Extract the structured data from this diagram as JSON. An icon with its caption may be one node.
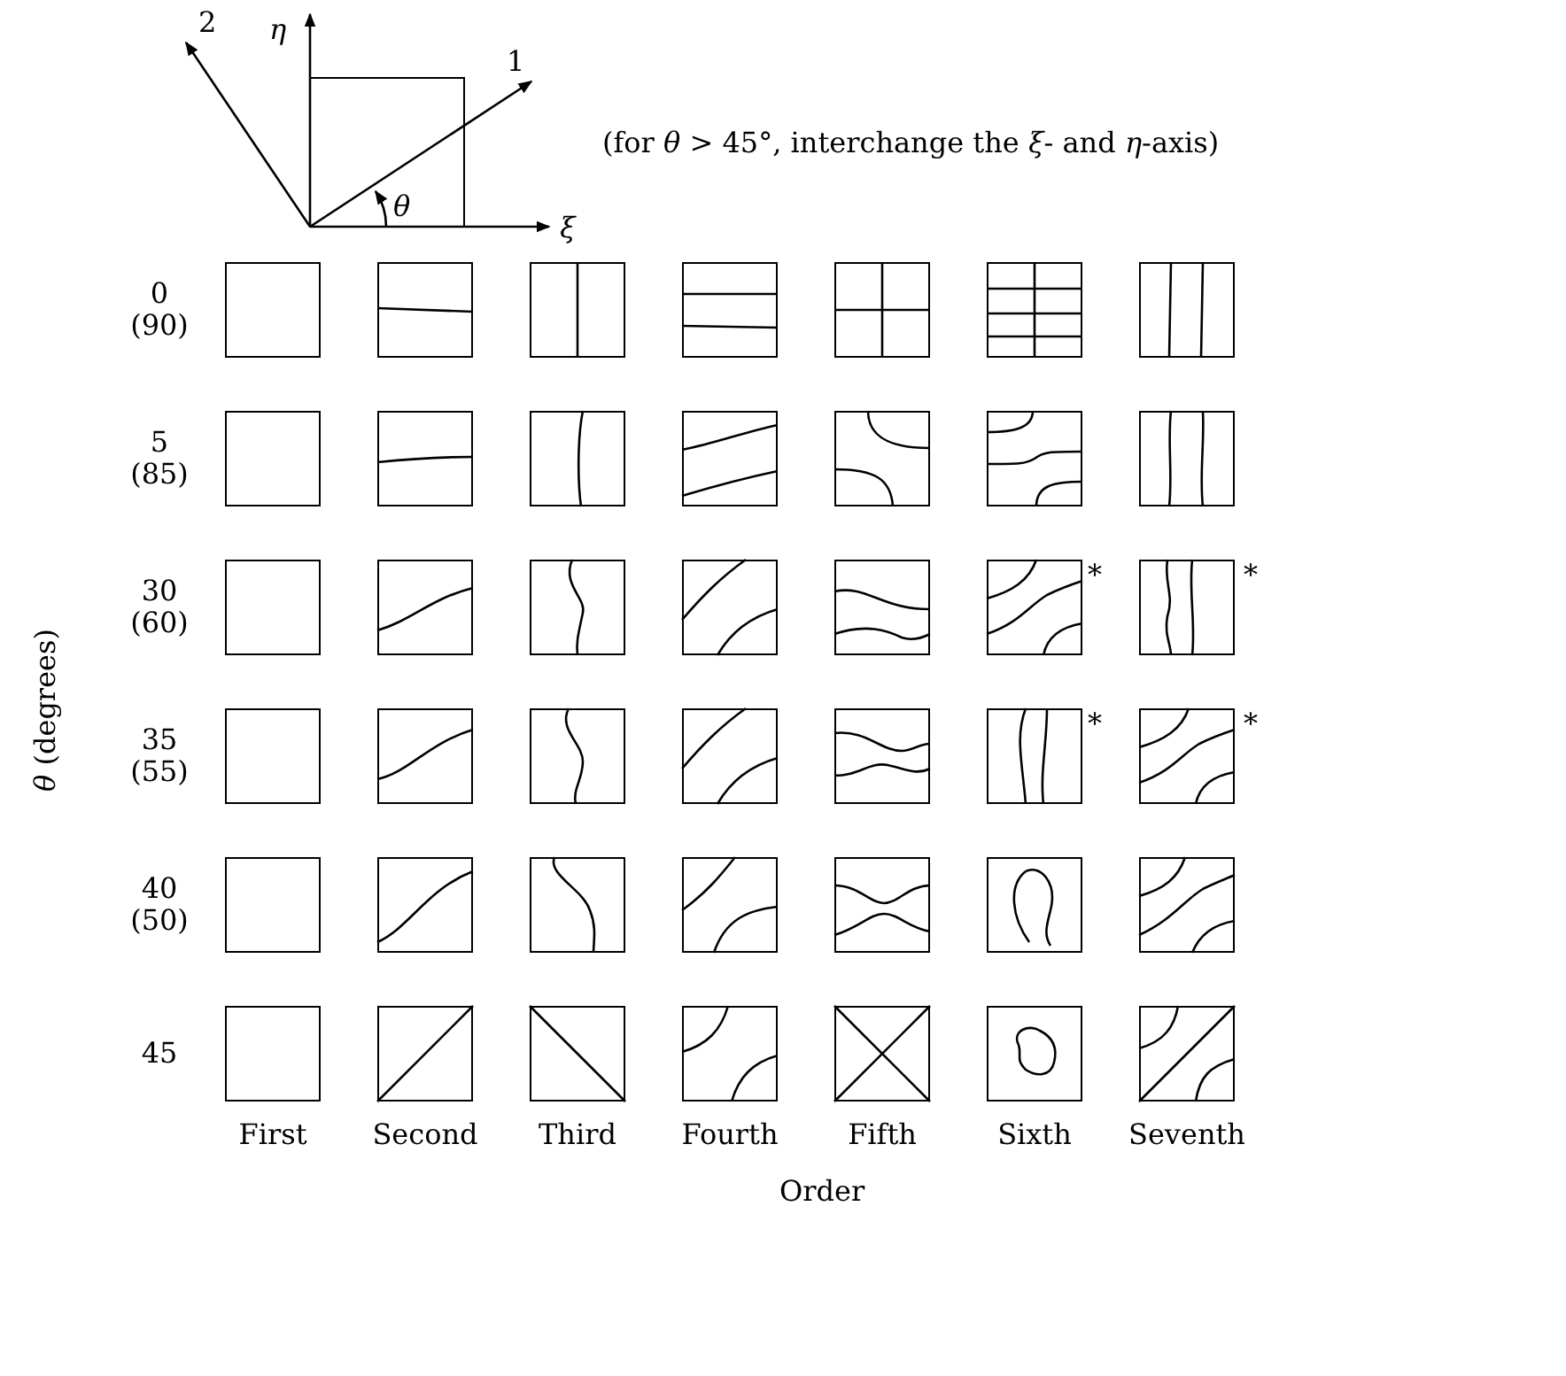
{
  "diagram": {
    "labels": [
      "2",
      "η",
      "1",
      "(for *θ* > 45°, interchange the *ξ*- and *η*-axis)",
      "θ",
      "ξ",
      "0 (90)",
      "5 (85)",
      "30 (60)",
      "*",
      "*",
      "35 (55)",
      "*",
      "*",
      "40 (50)",
      "45",
      "*θ* (degrees)",
      "First",
      "Second",
      "Third",
      "Fourth",
      "Fifth",
      "Sixth",
      "Seventh",
      "Order"
    ]
  }
}
